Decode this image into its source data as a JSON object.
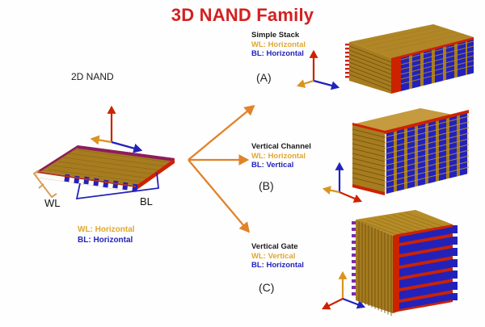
{
  "title": "3D NAND Family",
  "title_color": "#d42020",
  "left": {
    "heading": "2D NAND",
    "wl_label": "WL",
    "bl_label": "BL",
    "legend": {
      "wl": "WL: Horizontal",
      "bl": "BL:  Horizontal"
    },
    "axes": {
      "up": "red-axis-arrow",
      "left": "orange-axis-arrow",
      "right": "blue-axis-arrow"
    }
  },
  "arrows": {
    "count": 3,
    "color": "#e0832a",
    "names": [
      "branch-arrow-up",
      "branch-arrow-middle",
      "branch-arrow-down"
    ]
  },
  "variants": [
    {
      "name": "Simple Stack",
      "wl": "WL: Horizontal",
      "bl": "BL:  Horizontal",
      "letter": "(A)",
      "axes": {
        "up": "red-axis-arrow",
        "left": "orange-axis-arrow",
        "right": "blue-axis-arrow"
      }
    },
    {
      "name": "Vertical Channel",
      "wl": "WL: Horizontal",
      "bl": "BL:  Vertical",
      "letter": "(B)",
      "axes": {
        "up": "blue-axis-arrow",
        "left": "orange-axis-arrow",
        "right": "red-axis-arrow"
      }
    },
    {
      "name": "Vertical Gate",
      "wl": "WL: Vertical",
      "bl": "BL:  Horizontal",
      "letter": "(C)",
      "axes": {
        "up": "orange-axis-arrow",
        "left": "red-axis-arrow",
        "right": "blue-axis-arrow"
      }
    }
  ],
  "colors": {
    "wl_gold": "#a67c1f",
    "gold_light": "#c89b38",
    "gold_dark": "#7d5a12",
    "bl_blue": "#2222bb",
    "edge_red": "#cc2200",
    "arrow_orange": "#e0832a",
    "text_dark": "#1a1a1a"
  }
}
